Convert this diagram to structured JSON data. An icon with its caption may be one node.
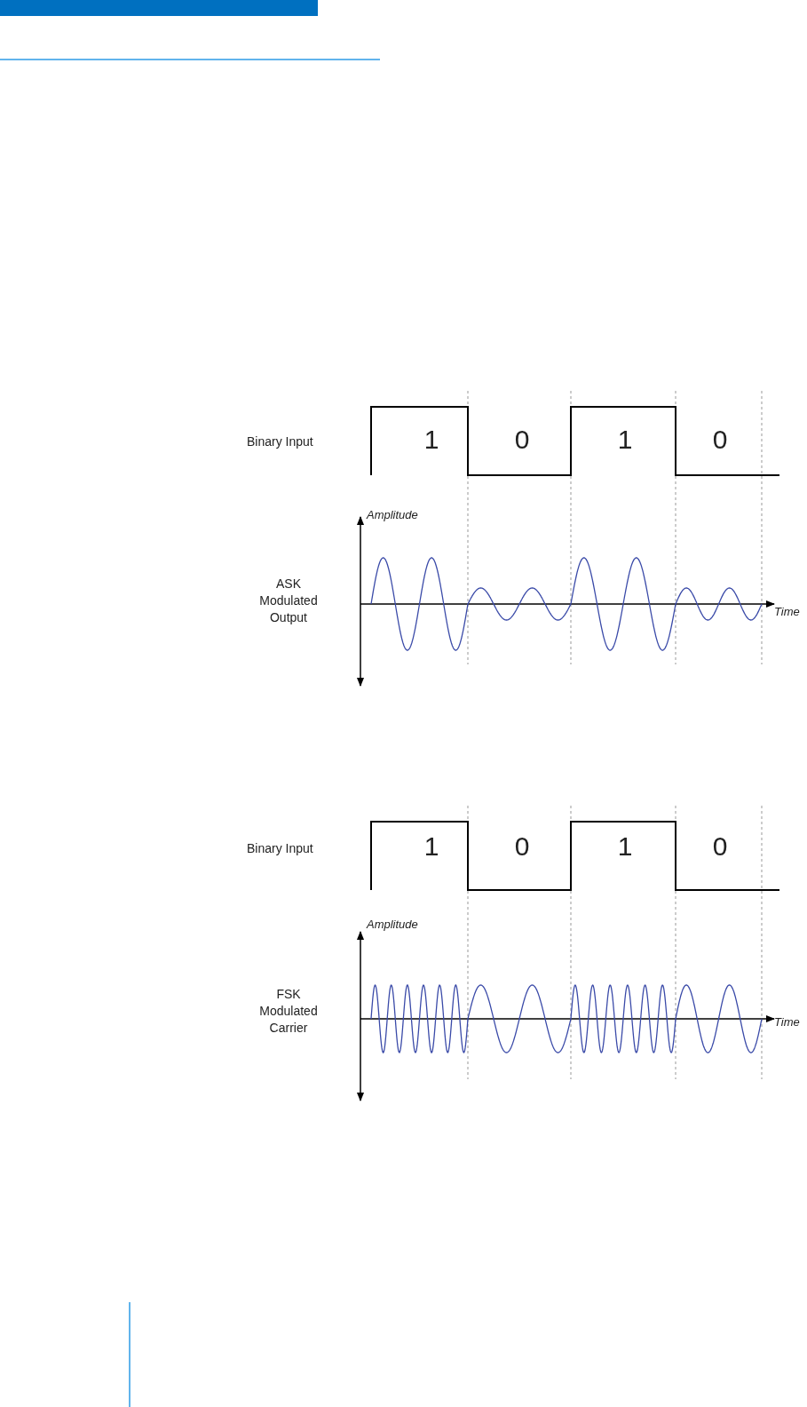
{
  "diagram": {
    "labels": [
      "Binary Input",
      "1",
      "0",
      "1",
      "0",
      "Amplitude",
      "ASK Modulated Output",
      "Time",
      "Binary Input",
      "1",
      "0",
      "1",
      "0",
      "Amplitude",
      "FSK Modulated Carrier",
      "Time"
    ]
  }
}
